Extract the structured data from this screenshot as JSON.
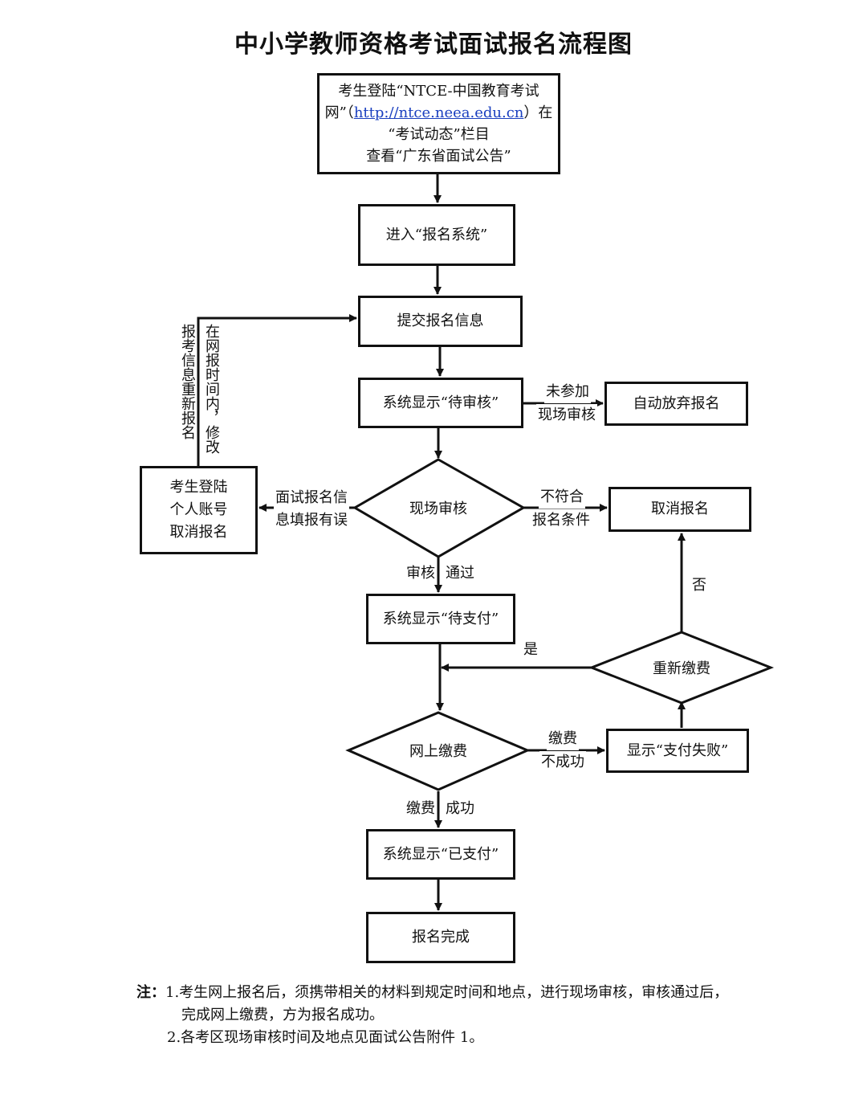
{
  "title": "中小学教师资格考试面试报名流程图",
  "nodes": {
    "login": {
      "line1": "考生登陆“NTCE-中国教育考试",
      "line2_pre": "网”（",
      "line2_link": "http://ntce.neea.edu.cn",
      "line2_post": "）在",
      "line3": "“考试动态”栏目",
      "line4": "查看“广东省面试公告”"
    },
    "enter_system": "进入“报名系统”",
    "submit_info": "提交报名信息",
    "pending_review": "系统显示“待审核”",
    "auto_abandon": "自动放弃报名",
    "onsite_review": "现场审核",
    "cancel_registration": "取消报名",
    "candidate_cancel": [
      "考生登陆",
      "个人账号",
      "取消报名"
    ],
    "pending_payment": "系统显示“待支付”",
    "repay": "重新缴费",
    "online_payment": "网上缴费",
    "payment_failed": "显示“支付失败”",
    "paid": "系统显示“已支付”",
    "done": "报名完成"
  },
  "edge_labels": {
    "not_attend_1": "未参加",
    "not_attend_2": "现场审核",
    "not_qualified_1": "不符合",
    "not_qualified_2": "报名条件",
    "info_error_1": "面试报名信",
    "info_error_2": "息填报有误",
    "modify_col1": "在网报时间内，修改",
    "modify_col2": "报考信息重新报名",
    "review_1": "审核",
    "review_2": "通过",
    "no": "否",
    "yes": "是",
    "pay_fail_1": "缴费",
    "pay_fail_2": "不成功",
    "pay_ok_1": "缴费",
    "pay_ok_2": "成功"
  },
  "notes": {
    "prefix": "注：",
    "item1_line1": "1.考生网上报名后，须携带相关的材料到规定时间和地点，进行现场审核，审核通过后，",
    "item1_line2": "完成网上缴费，方为报名成功。",
    "item2": "2.各考区现场审核时间及地点见面试公告附件 1。"
  }
}
